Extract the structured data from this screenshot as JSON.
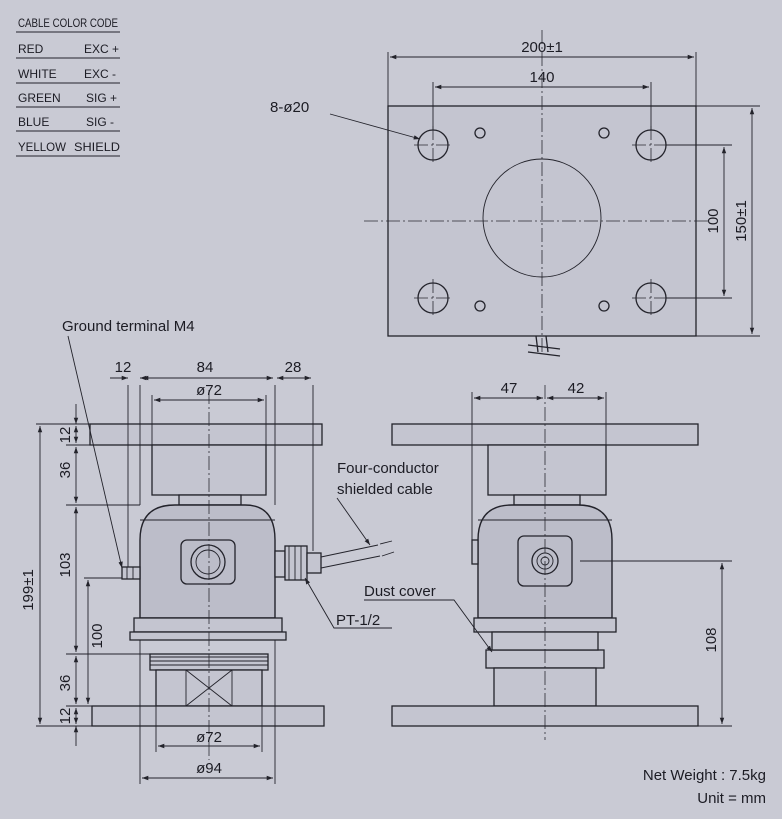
{
  "cable_table": {
    "header": "CABLE COLOR CODE",
    "rows": [
      {
        "color": "RED",
        "code": "EXC +"
      },
      {
        "color": "WHITE",
        "code": "EXC -"
      },
      {
        "color": "GREEN",
        "code": "SIG +"
      },
      {
        "color": "BLUE",
        "code": "SIG -"
      },
      {
        "color": "YELLOW",
        "code": "SHIELD"
      }
    ]
  },
  "top_view": {
    "width_dim": "200±1",
    "hole_spacing_x": "140",
    "hole_spacing_y": "100",
    "height_dim": "150±1",
    "hole_callout": "8-ø20"
  },
  "front_view": {
    "ground_terminal": "Ground terminal M4",
    "dim_12_top": "12",
    "dim_84": "84",
    "dim_28": "28",
    "dia_72_top": "ø72",
    "v_12_top": "12",
    "v_36_top": "36",
    "v_103": "103",
    "v_199": "199±1",
    "v_100": "100",
    "v_36_bottom": "36",
    "v_12_bottom": "12",
    "dia_72_bottom": "ø72",
    "dia_94": "ø94",
    "cable_label_line1": "Four-conductor",
    "cable_label_line2": "shielded cable",
    "thread_label": "PT-1/2"
  },
  "side_view": {
    "dim_47": "47",
    "dim_42": "42",
    "dust_cover": "Dust cover",
    "v_108": "108"
  },
  "footer": {
    "net_weight": "Net Weight : 7.5kg",
    "unit": "Unit = mm"
  }
}
